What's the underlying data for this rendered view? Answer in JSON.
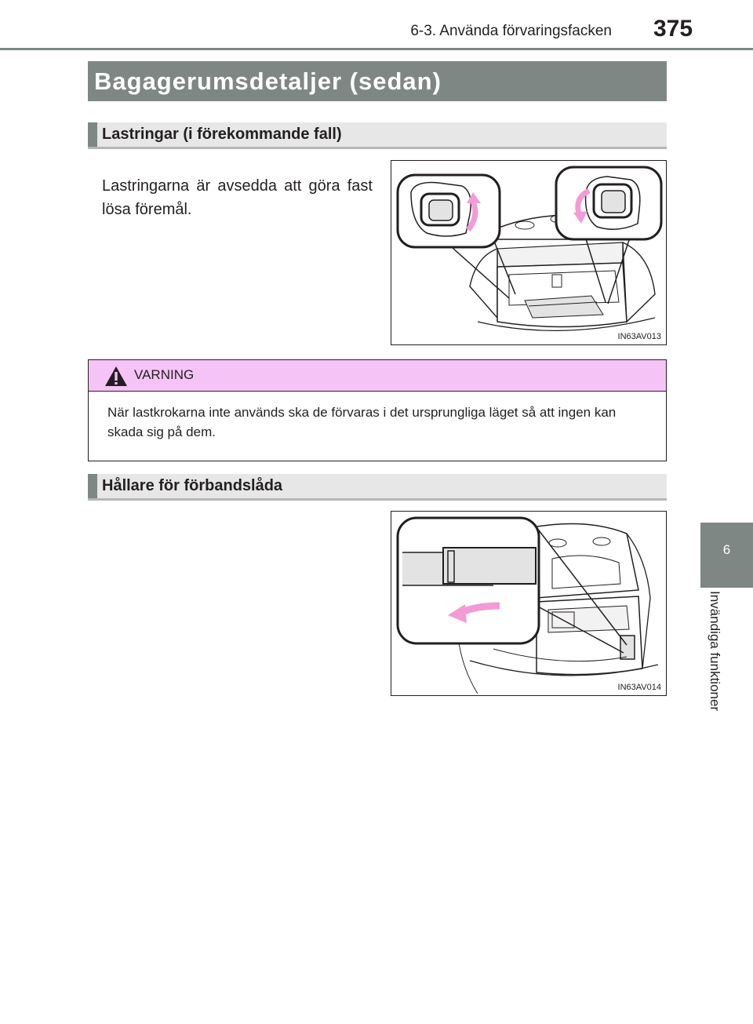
{
  "header": {
    "section": "6-3. Använda förvaringsfacken",
    "page_number": "375"
  },
  "side_tab": {
    "chapter_number": "6",
    "chapter_title": "Invändiga funktioner"
  },
  "main_title": "Bagagerumsdetaljer (sedan)",
  "section1": {
    "heading": "Lastringar (i förekommande fall)",
    "body": "Lastringarna är avsedda att göra fast lösa föremål.",
    "figure_code": "IN63AV013"
  },
  "warning": {
    "title": "VARNING",
    "text": "När lastkrokarna inte används ska de förvaras i det ursprungliga läget så att ingen kan skada sig på dem."
  },
  "section2": {
    "heading": "Hållare för förbandslåda",
    "figure_code": "IN63AV014"
  },
  "colors": {
    "title_bar": "#7f8784",
    "subhead_bg": "#e6e7e6",
    "warning_bg": "#f6c3f6",
    "arrow_pink": "#f29bd6"
  }
}
